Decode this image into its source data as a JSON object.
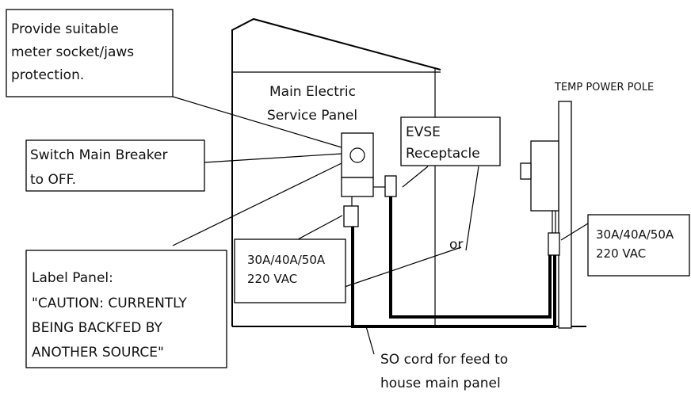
{
  "labels": {
    "meter_note": [
      "Provide suitable",
      "meter socket/jaws",
      "protection."
    ],
    "main_panel": [
      "Main Electric",
      "Service Panel"
    ],
    "temp_pole": "TEMP POWER POLE",
    "evse": [
      "EVSE",
      "Receptacle"
    ],
    "switch_note": [
      "Switch Main Breaker",
      "to OFF."
    ],
    "rating_left": [
      "30A/40A/50A",
      "220 VAC"
    ],
    "rating_right": [
      "30A/40A/50A",
      "220 VAC"
    ],
    "or": "or",
    "label_panel": [
      "Label Panel:",
      "\"CAUTION: CURRENTLY",
      "BEING BACKFED BY",
      "ANOTHER SOURCE\""
    ],
    "so_cord": [
      "SO cord for feed to",
      "house main panel"
    ]
  }
}
